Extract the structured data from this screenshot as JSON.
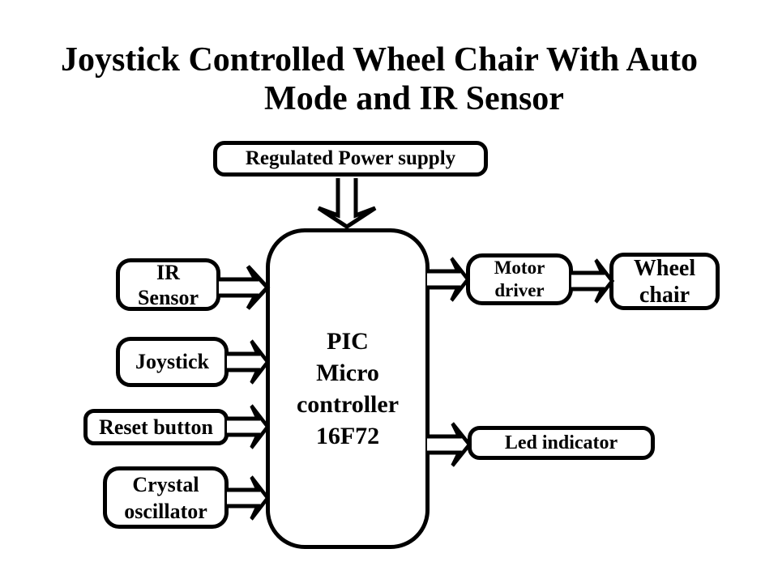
{
  "title": {
    "line1": "Joystick Controlled Wheel Chair With Auto",
    "line2": "Mode and IR Sensor"
  },
  "colors": {
    "background": "#ffffff",
    "stroke": "#000000",
    "node_fill": "#ffffff",
    "text": "#000000"
  },
  "nodes": {
    "power_supply": {
      "label": "Regulated Power supply"
    },
    "microcontroller": {
      "label": "PIC\nMicro\ncontroller\n16F72"
    },
    "ir_sensor": {
      "label": "IR\nSensor"
    },
    "joystick": {
      "label": "Joystick"
    },
    "reset_button": {
      "label": "Reset button"
    },
    "crystal_oscillator": {
      "label": "Crystal\noscillator"
    },
    "motor_driver": {
      "label": "Motor\ndriver"
    },
    "wheel_chair": {
      "label": "Wheel\nchair"
    },
    "led_indicator": {
      "label": "Led indicator"
    }
  },
  "connections": [
    {
      "from": "power_supply",
      "to": "microcontroller",
      "direction": "down",
      "style": "open-block-arrow"
    },
    {
      "from": "ir_sensor",
      "to": "microcontroller",
      "direction": "right",
      "style": "open-block-arrow"
    },
    {
      "from": "joystick",
      "to": "microcontroller",
      "direction": "right",
      "style": "open-block-arrow"
    },
    {
      "from": "reset_button",
      "to": "microcontroller",
      "direction": "right",
      "style": "open-block-arrow"
    },
    {
      "from": "crystal_oscillator",
      "to": "microcontroller",
      "direction": "right",
      "style": "open-block-arrow"
    },
    {
      "from": "microcontroller",
      "to": "motor_driver",
      "direction": "right",
      "style": "open-block-arrow"
    },
    {
      "from": "motor_driver",
      "to": "wheel_chair",
      "direction": "right",
      "style": "open-block-arrow"
    },
    {
      "from": "microcontroller",
      "to": "led_indicator",
      "direction": "right",
      "style": "open-block-arrow"
    }
  ]
}
